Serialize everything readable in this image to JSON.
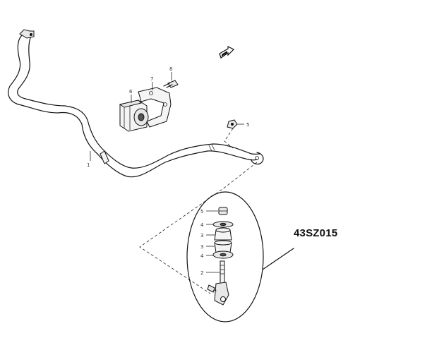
{
  "diagram_code": "43SZ015",
  "callouts": {
    "stabilizer_bar": "1",
    "joint": "2",
    "bushing_upper": "3",
    "bushing_lower": "3",
    "washer_upper": "4",
    "washer_lower": "4",
    "nut_link": "5",
    "nut_mount": "5",
    "mount_bushing": "6",
    "bracket": "7",
    "bolt": "8"
  },
  "icons": {
    "direction_arrow": "front-arrow-icon"
  }
}
